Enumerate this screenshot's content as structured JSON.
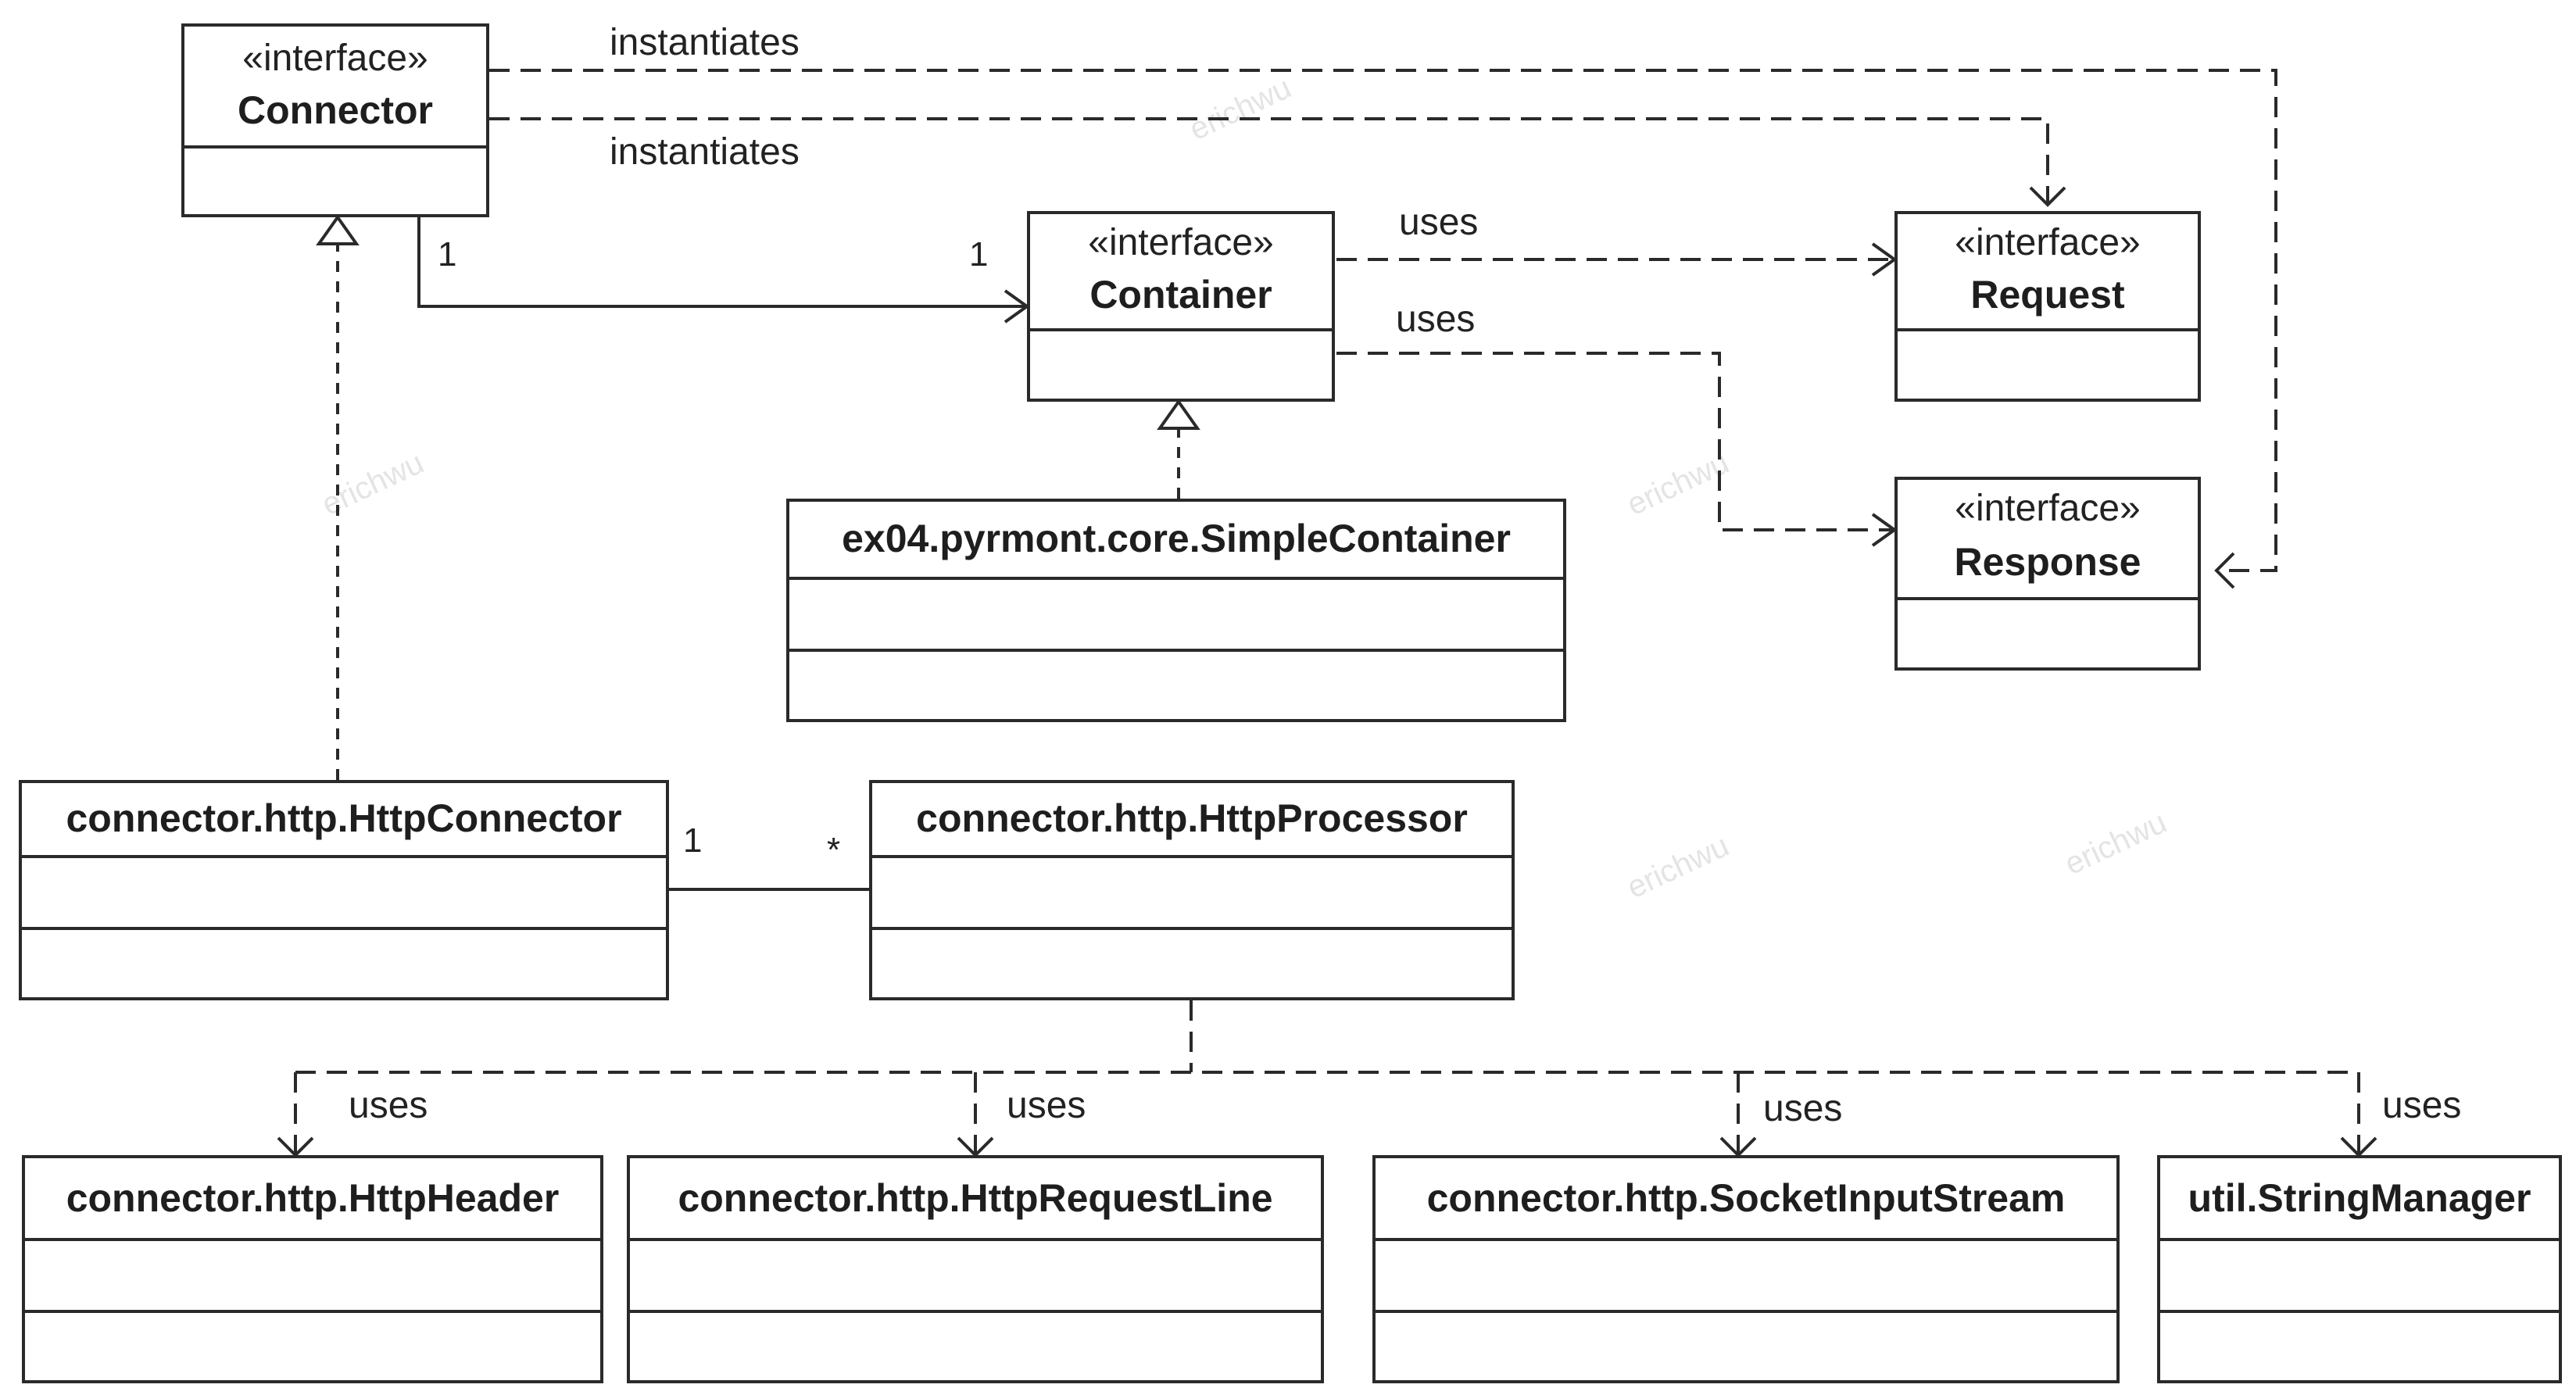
{
  "watermark": "erichwu",
  "classes": {
    "connector": {
      "stereotype": "«interface»",
      "name": "Connector"
    },
    "container": {
      "stereotype": "«interface»",
      "name": "Container"
    },
    "request": {
      "stereotype": "«interface»",
      "name": "Request"
    },
    "response": {
      "stereotype": "«interface»",
      "name": "Response"
    },
    "simple_container": {
      "name": "ex04.pyrmont.core.SimpleContainer"
    },
    "http_connector": {
      "name": "connector.http.HttpConnector"
    },
    "http_processor": {
      "name": "connector.http.HttpProcessor"
    },
    "http_header": {
      "name": "connector.http.HttpHeader"
    },
    "http_request_line": {
      "name": "connector.http.HttpRequestLine"
    },
    "socket_input_stream": {
      "name": "connector.http.SocketInputStream"
    },
    "string_manager": {
      "name": "util.StringManager"
    }
  },
  "relations": {
    "instantiates_response": "instantiates",
    "instantiates_request": "instantiates",
    "container_uses_request": "uses",
    "container_uses_response": "uses",
    "processor_uses_header": "uses",
    "processor_uses_request_line": "uses",
    "processor_uses_socket_input_stream": "uses",
    "processor_uses_string_manager": "uses"
  },
  "multiplicity": {
    "connector_end": "1",
    "container_end": "1",
    "http_connector_end": "1",
    "http_processor_end": "*"
  }
}
